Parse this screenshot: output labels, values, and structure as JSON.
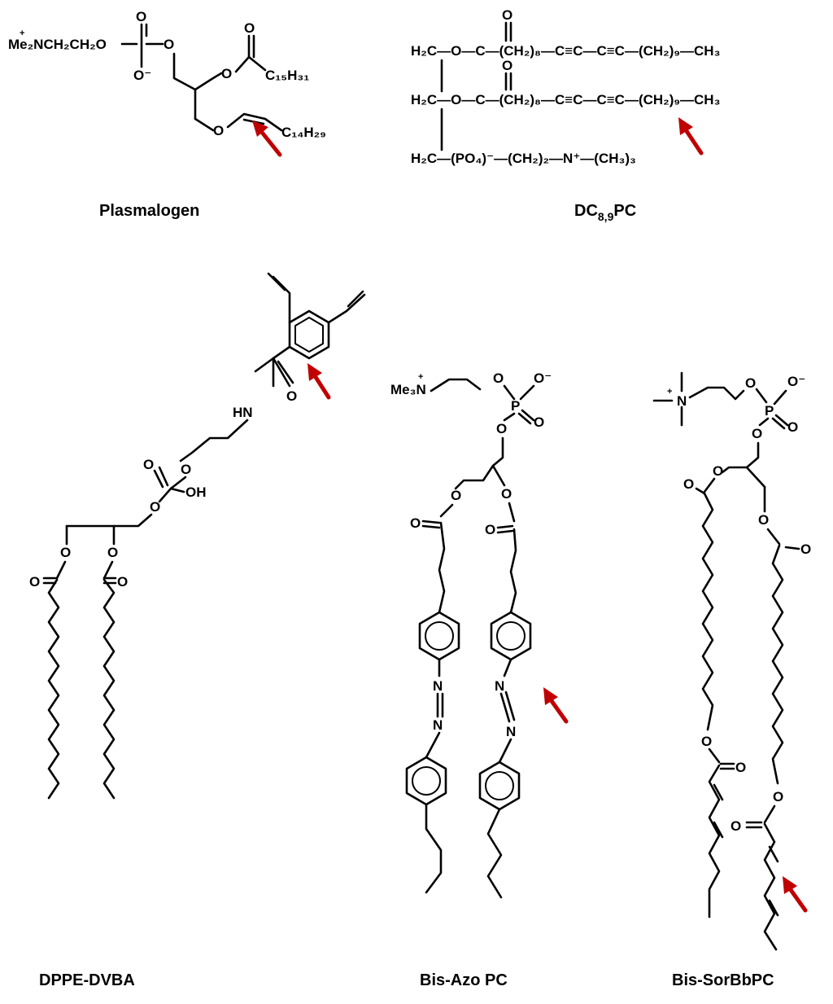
{
  "molecules": {
    "plasmalogen": {
      "title": "Plasmalogen",
      "head_label": "Me₂NCH₂CH₂O",
      "head_charge": "+",
      "phosphate_o_minus": "O⁻",
      "o": "O",
      "acyl": "C15H31",
      "alkenyl": "C14H29"
    },
    "dc89pc": {
      "title_main": "DC",
      "title_sub": "8,9",
      "title_end": "PC",
      "row1": "H₂C—O—C—(CH₂)₈—C≡C—C≡C—(CH₂)₉—CH₃",
      "row2": "H₂C—O—C—(CH₂)₈—C≡C—C≡C—(CH₂)₉—CH₃",
      "row3": "H₂C—(PO₄)⁻—(CH₂)₂—N⁺—(CH₃)₃",
      "o": "O"
    },
    "dppe_dvba": {
      "title": "DPPE-DVBA",
      "hn": "HN",
      "oh": "OH",
      "o": "O"
    },
    "bis_azo_pc": {
      "title": "Bis-Azo PC",
      "head": "Me₃N",
      "plus": "+",
      "p": "P",
      "o_minus": "O⁻",
      "n": "N",
      "o": "O"
    },
    "bis_sorbbpc": {
      "title": "Bis-SorBbPC",
      "n": "N",
      "plus": "+",
      "p": "P",
      "o_minus": "O⁻",
      "o": "O"
    }
  },
  "colors": {
    "arrow": "#c00000",
    "ink": "#000000",
    "background": "#ffffff"
  }
}
